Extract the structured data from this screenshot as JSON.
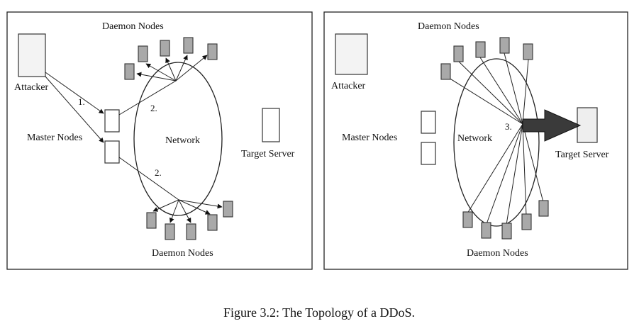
{
  "left_panel": {
    "daemon_nodes_top": "Daemon Nodes",
    "attacker": "Attacker",
    "master_nodes": "Master Nodes",
    "network": "Network",
    "target_server": "Target Server",
    "daemon_nodes_bottom": "Daemon Nodes",
    "step1": "1.",
    "step2_top": "2.",
    "step2_bottom": "2."
  },
  "right_panel": {
    "daemon_nodes_top": "Daemon Nodes",
    "attacker": "Attacker",
    "master_nodes": "Master Nodes",
    "network": "Network",
    "target_server": "Target Server",
    "daemon_nodes_bottom": "Daemon Nodes",
    "step3": "3."
  },
  "caption": "Figure 3.2: The Topology of a DDoS.",
  "colors": {
    "daemon_fill": "#a9a9a9",
    "outline": "#222222",
    "attack_arrow": "#3a3a3a"
  }
}
